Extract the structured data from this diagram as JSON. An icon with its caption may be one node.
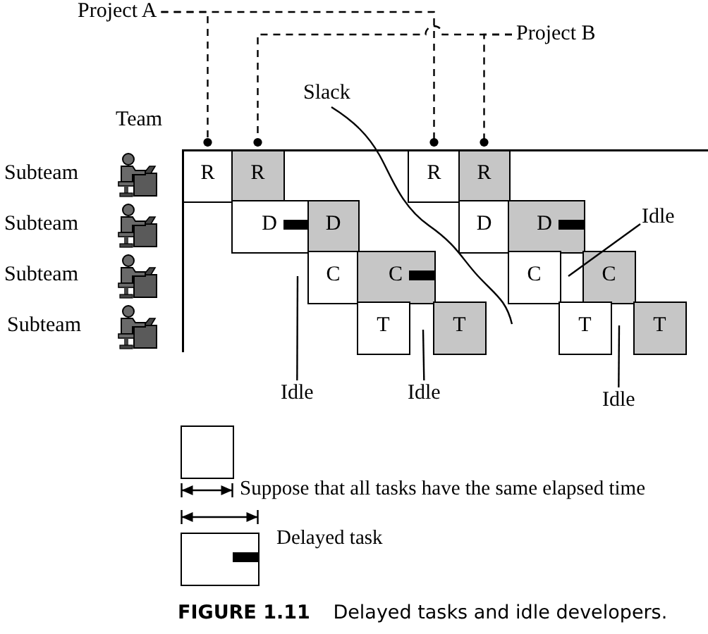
{
  "diagram": {
    "caption": "**FIGURE 1.11** Delayed tasks and idle developers.",
    "nodes": [
      {
        "text": [
          "Project A"
        ]
      },
      {
        "text": [
          "Project B"
        ]
      },
      {
        "text": [
          "Slack"
        ]
      },
      {
        "text": [
          "R"
        ]
      },
      {
        "text": [
          "R"
        ]
      },
      {
        "text": [
          "R"
        ]
      },
      {
        "text": [
          "R"
        ]
      },
      {
        "text": [
          "D"
        ]
      },
      {
        "text": [
          "D"
        ]
      },
      {
        "text": [
          "D"
        ]
      },
      {
        "text": [
          "D"
        ]
      },
      {
        "text": [
          "Idle"
        ]
      },
      {
        "text": [
          "C"
        ]
      },
      {
        "text": [
          "C"
        ]
      },
      {
        "text": [
          "C"
        ]
      },
      {
        "text": [
          "C"
        ]
      },
      {
        "text": [
          "T"
        ]
      },
      {
        "text": [
          "T"
        ]
      },
      {
        "text": [
          "T"
        ]
      },
      {
        "text": [
          "T"
        ]
      },
      {
        "text": [
          "Idle"
        ]
      },
      {
        "text": [
          "Idle"
        ]
      },
      {
        "text": [
          "Idle"
        ]
      }
    ],
    "edges": [
      {
        "from": 0,
        "to": 3,
        "arrow": "other",
        "style": "dashed"
      },
      {
        "from": 0,
        "to": 5,
        "arrow": "other",
        "style": "dashed"
      },
      {
        "from": 1,
        "to": 4,
        "arrow": "other",
        "style": "dashed"
      },
      {
        "from": 1,
        "to": 6,
        "arrow": "other",
        "style": "dashed"
      },
      {
        "from": 2,
        "to": null,
        "arrow": "none"
      },
      {
        "from": 11,
        "to": 14,
        "arrow": "none"
      },
      {
        "from": 20,
        "to": 12,
        "arrow": "none"
      },
      {
        "from": 21,
        "to": 16,
        "arrow": "none"
      },
      {
        "from": 22,
        "to": 18,
        "arrow": "none"
      }
    ],
    "labels": [
      "Team",
      "Subteam",
      "Subteam",
      "Subteam",
      "Subteam"
    ],
    "legend": [
      {
        "text": "Suppose that all tasks have the same elapsed time"
      },
      {
        "text": "Delayed task"
      }
    ]
  }
}
